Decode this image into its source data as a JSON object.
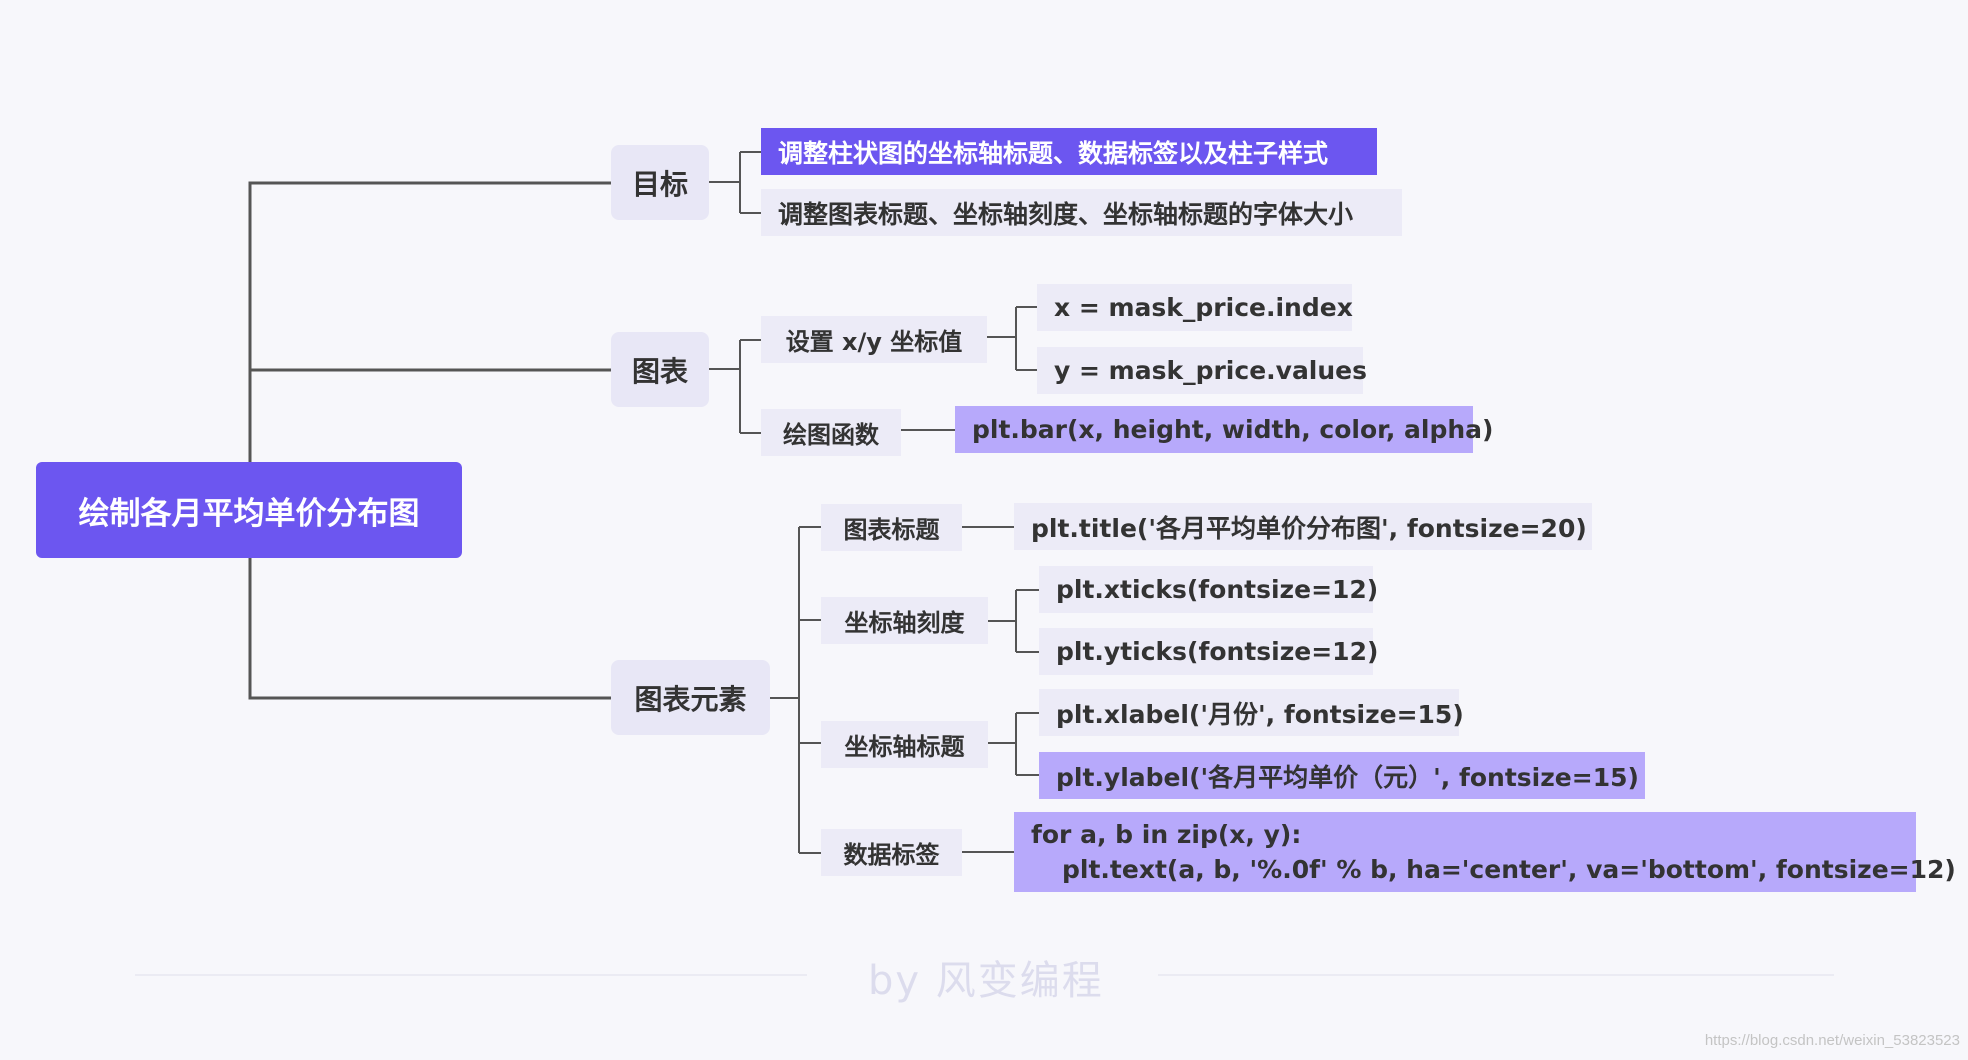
{
  "root": {
    "label": "绘制各月平均单价分布图"
  },
  "goal": {
    "label": "目标",
    "items": [
      "调整柱状图的坐标轴标题、数据标签以及柱子样式",
      "调整图表标题、坐标轴刻度、坐标轴标题的字体大小"
    ]
  },
  "chart": {
    "label": "图表",
    "xy": {
      "label": "设置 x/y 坐标值",
      "items": [
        "x = mask_price.index",
        "y = mask_price.values"
      ]
    },
    "plot": {
      "label": "绘图函数",
      "code": "plt.bar(x, height, width, color, alpha)"
    }
  },
  "elements": {
    "label": "图表元素",
    "title": {
      "label": "图表标题",
      "code": "plt.title('各月平均单价分布图', fontsize=20)"
    },
    "ticks": {
      "label": "坐标轴刻度",
      "items": [
        "plt.xticks(fontsize=12)",
        "plt.yticks(fontsize=12)"
      ]
    },
    "axis_titles": {
      "label": "坐标轴标题",
      "items": [
        "plt.xlabel('月份', fontsize=15)",
        "plt.ylabel('各月平均单价（元）', fontsize=15)"
      ]
    },
    "data_labels": {
      "label": "数据标签",
      "code_line1": "for a, b in zip(x, y):",
      "code_line2": "plt.text(a, b, '%.0f' % b, ha='center', va='bottom', fontsize=12)"
    }
  },
  "footer": {
    "text": "by 风变编程"
  },
  "watermark": "https://blog.csdn.net/weixin_53823523",
  "colors": {
    "accent": "#6c56f0",
    "highlight": "#b7a9fb",
    "node_bg": "#ecebf7",
    "connector": "#555555"
  }
}
